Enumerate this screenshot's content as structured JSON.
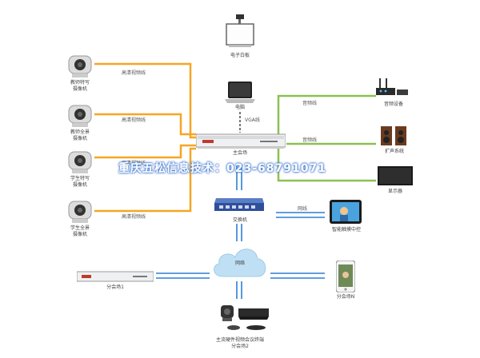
{
  "devices": {
    "whiteboard": "电子白板",
    "laptop": "电脑",
    "host": "主会场",
    "cam1": "教师特写\n摄像机",
    "cam2": "教师全景\n摄像机",
    "cam3": "学生特写\n摄像机",
    "cam4": "学生全景\n摄像机",
    "audio": "音频设备",
    "speaker": "扩声系统",
    "display": "显示器",
    "switch": "交换机",
    "tablet": "智能触摸中控",
    "cloud": "网络",
    "branch1": "分会场1",
    "branchN": "分会场N",
    "branch2": "主流硬件视频会议终端\n分会场2"
  },
  "wires": {
    "hd1": "高清视频线",
    "hd2": "高清视频线",
    "hd3": "高清视频线",
    "hd4": "高清视频线",
    "vga": "VGA线",
    "audio": "音频线",
    "audio2": "音频线",
    "net": "网线"
  },
  "watermark": "重庆五松信息技术：023-68791071",
  "colors": {
    "orange": "#f5a623",
    "green": "#8cc152",
    "blue": "#2d7fd3",
    "dark": "#333333"
  }
}
